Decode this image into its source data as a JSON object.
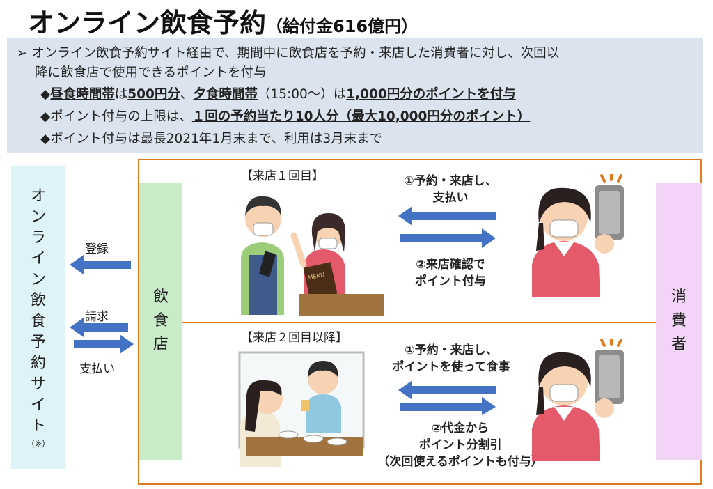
{
  "title": {
    "main": "オンライン飲食予約",
    "sub": "（給付金616億円）"
  },
  "summary": {
    "line1": "オンライン飲食予約サイト経由で、期間中に飲食店を予約・来店した消費者に対し、次回以",
    "line2": "降に飲食店で使用できるポイントを付与",
    "b1": {
      "diamond": "◆",
      "p1": "昼食時間帯",
      "p2": "は",
      "p3": "500円分",
      "p4": "、",
      "p5": "夕食時間帯",
      "p6": "（15:00～）は",
      "p7": "1,000円分のポイントを付与"
    },
    "b2": {
      "p1": "◆ポイント付与の上限は、",
      "p2": "１回の予約当たり10人分（最大10,000円分のポイント）"
    },
    "b3": "◆ポイント付与は最長2021年1月末まで、利用は3月末まで"
  },
  "site": {
    "chars": [
      "オ",
      "ン",
      "ラ",
      "イ",
      "ン",
      "飲",
      "食",
      "予",
      "約",
      "サ",
      "イ",
      "ト"
    ],
    "note": "（※）"
  },
  "restaurant": {
    "chars": [
      "飲",
      "食",
      "店"
    ]
  },
  "consumer": {
    "chars": [
      "消",
      "費",
      "者"
    ]
  },
  "left_flows": {
    "register": "登録",
    "claim": "請求",
    "payment": "支払い"
  },
  "visit1": {
    "header": "【来店１回目】",
    "step1": [
      "①予約・来店し、",
      "支払い"
    ],
    "step2": [
      "②来店確認で",
      "ポイント付与"
    ]
  },
  "visit2": {
    "header": "【来店２回目以降】",
    "step1": [
      "①予約・来店し、",
      "ポイントを使って食事"
    ],
    "step2": [
      "②代金から",
      "ポイント分割引",
      "（次回使えるポイントも付与）"
    ]
  },
  "illustration": {
    "menu": "MENU"
  },
  "colors": {
    "summary_bg": "#dbe4ee",
    "site_box": "#ddf3f8",
    "restaurant_box": "#c8ebc8",
    "consumer_box": "#f1d4f6",
    "frame": "#e07a1f",
    "arrow": "#4472c4"
  }
}
